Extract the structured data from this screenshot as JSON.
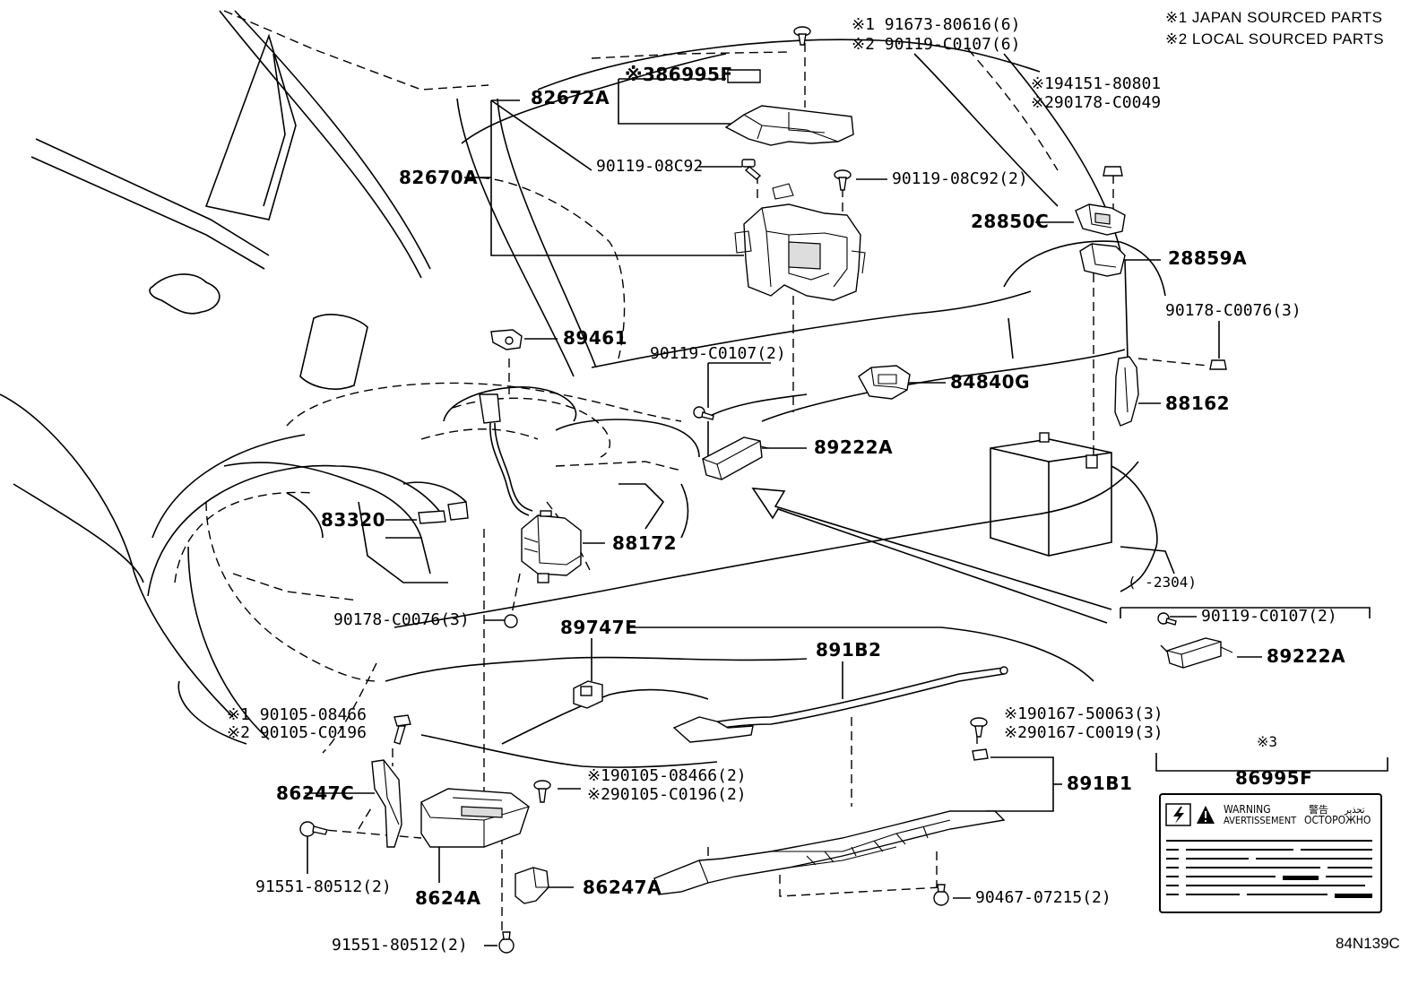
{
  "notes": {
    "japan": "※1 JAPAN SOURCED PARTS",
    "local": "※2 LOCAL SOURCED PARTS"
  },
  "diagram_id": "84N139C",
  "labels": {
    "p82672A": "82672A",
    "p86995F_top": "※386995F",
    "p82670A": "82670A",
    "p90119_08C92_a": "90119-08C92",
    "p90119_08C92_b": "90119-08C92(2)",
    "p91673": "※1 91673-80616(6)",
    "p90119_C0107_6": "※2 90119-C0107(6)",
    "p194151": "※194151-80801",
    "p290178": "※290178-C0049",
    "p28850C": "28850C",
    "p28859A": "28859A",
    "p90178_C0076_3_right": "90178-C0076(3)",
    "p89461": "89461",
    "p90119_C0107_2": "90119-C0107(2)",
    "p84840G": "84840G",
    "p88162": "88162",
    "p89222A": "89222A",
    "p83320": "83320",
    "p88172": "88172",
    "p90178_C0076_3_left": "90178-C0076(3)",
    "p89747E": "89747E",
    "p891B2": "891B2",
    "range": "(      -2304)",
    "p90119_C0107_2_b": "90119-C0107(2)",
    "p89222A_b": "89222A",
    "p90105_08466": "※1 90105-08466",
    "p90105_C0196": "※2 90105-C0196",
    "p190167": "※190167-50063(3)",
    "p290167": "※290167-C0019(3)",
    "p86247C": "86247C",
    "p190105": "※190105-08466(2)",
    "p290105": "※290105-C0196(2)",
    "p891B1": "891B1",
    "p91551_a": "91551-80512(2)",
    "p8624A": "8624A",
    "p86247A": "86247A",
    "p90467": "90467-07215(2)",
    "p91551_b": "91551-80512(2)",
    "note3": "※3",
    "p86995F_box": "86995F"
  },
  "warning_label": {
    "warning": "WARNING",
    "avertissement": "AVERTISSEMENT",
    "cjk": "警告",
    "arabic": "تحذير",
    "cyrillic": "ОСТОРОЖНО"
  }
}
